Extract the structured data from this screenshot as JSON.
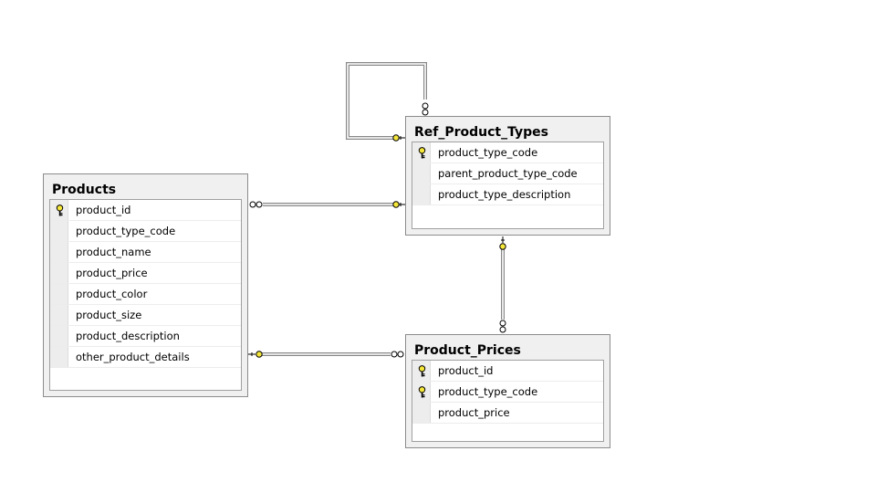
{
  "diagram": {
    "entities": [
      {
        "id": "ref_product_types",
        "title": "Ref_Product_Types",
        "columns": [
          {
            "name": "product_type_code",
            "key": true
          },
          {
            "name": "parent_product_type_code",
            "key": false
          },
          {
            "name": "product_type_description",
            "key": false
          }
        ]
      },
      {
        "id": "products",
        "title": "Products",
        "columns": [
          {
            "name": "product_id",
            "key": true
          },
          {
            "name": "product_type_code",
            "key": false
          },
          {
            "name": "product_name",
            "key": false
          },
          {
            "name": "product_price",
            "key": false
          },
          {
            "name": "product_color",
            "key": false
          },
          {
            "name": "product_size",
            "key": false
          },
          {
            "name": "product_description",
            "key": false
          },
          {
            "name": "other_product_details",
            "key": false
          }
        ]
      },
      {
        "id": "product_prices",
        "title": "Product_Prices",
        "columns": [
          {
            "name": "product_id",
            "key": true
          },
          {
            "name": "product_type_code",
            "key": true
          },
          {
            "name": "product_price",
            "key": false
          }
        ]
      }
    ],
    "relationships": [
      {
        "from": "ref_product_types",
        "to": "ref_product_types",
        "kind": "one-to-many",
        "note": "self-reference"
      },
      {
        "from": "ref_product_types",
        "to": "products",
        "kind": "one-to-many"
      },
      {
        "from": "ref_product_types",
        "to": "product_prices",
        "kind": "one-to-many"
      },
      {
        "from": "products",
        "to": "product_prices",
        "kind": "one-to-many"
      }
    ],
    "colors": {
      "key_yellow": "#f5e63a",
      "connector": "#808080",
      "entity_background": "#f0f0f0"
    }
  }
}
